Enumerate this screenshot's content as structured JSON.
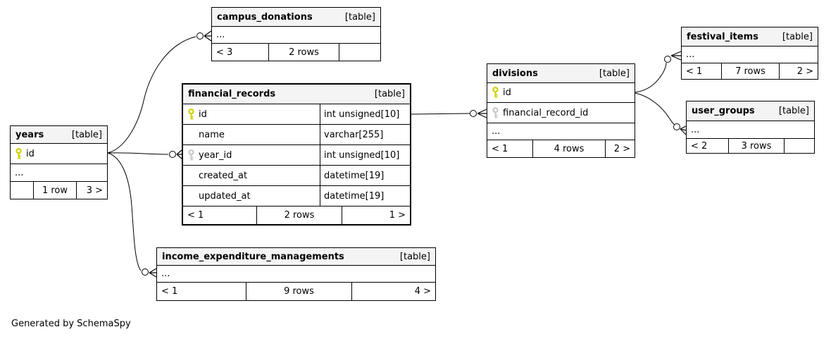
{
  "diagram": {
    "generator_note": "Generated by SchemaSpy"
  },
  "colors": {
    "background": "#ffffff",
    "table_border": "#000000",
    "header_bg": "#f4f4f4",
    "primary_key_icon": "#cfcf00",
    "foreign_key_icon": "#c8c8c8",
    "edge": "#000000"
  },
  "tables": [
    {
      "name": "campus_donations",
      "tag": "[table]",
      "columns": [
        {
          "name": "...",
          "type": "",
          "key": ""
        }
      ],
      "footer": {
        "left": "< 3",
        "center": "2 rows",
        "right": ""
      }
    },
    {
      "name": "financial_records",
      "tag": "[table]",
      "emphasized": true,
      "columns": [
        {
          "name": "id",
          "type": "int unsigned[10]",
          "key": "primary"
        },
        {
          "name": "name",
          "type": "varchar[255]",
          "key": ""
        },
        {
          "name": "year_id",
          "type": "int unsigned[10]",
          "key": "foreign"
        },
        {
          "name": "created_at",
          "type": "datetime[19]",
          "key": ""
        },
        {
          "name": "updated_at",
          "type": "datetime[19]",
          "key": ""
        }
      ],
      "footer": {
        "left": "< 1",
        "center": "2 rows",
        "right": "1 >"
      }
    },
    {
      "name": "years",
      "tag": "[table]",
      "columns": [
        {
          "name": "id",
          "type": "",
          "key": "primary"
        },
        {
          "name": "...",
          "type": "",
          "key": ""
        }
      ],
      "footer": {
        "left": "",
        "center": "1 row",
        "right": "3 >"
      }
    },
    {
      "name": "divisions",
      "tag": "[table]",
      "columns": [
        {
          "name": "id",
          "type": "",
          "key": "primary"
        },
        {
          "name": "financial_record_id",
          "type": "",
          "key": "foreign"
        },
        {
          "name": "...",
          "type": "",
          "key": ""
        }
      ],
      "footer": {
        "left": "< 1",
        "center": "4 rows",
        "right": "2 >"
      }
    },
    {
      "name": "festival_items",
      "tag": "[table]",
      "columns": [
        {
          "name": "...",
          "type": "",
          "key": ""
        }
      ],
      "footer": {
        "left": "< 1",
        "center": "7 rows",
        "right": "2 >"
      }
    },
    {
      "name": "user_groups",
      "tag": "[table]",
      "columns": [
        {
          "name": "...",
          "type": "",
          "key": ""
        }
      ],
      "footer": {
        "left": "< 2",
        "center": "3 rows",
        "right": ""
      }
    },
    {
      "name": "income_expenditure_managements",
      "tag": "[table]",
      "columns": [
        {
          "name": "...",
          "type": "",
          "key": ""
        }
      ],
      "footer": {
        "left": "< 1",
        "center": "9 rows",
        "right": "4 >"
      }
    }
  ],
  "relationships": [
    {
      "parent": "years.id",
      "child": "campus_donations"
    },
    {
      "parent": "years.id",
      "child": "financial_records.year_id"
    },
    {
      "parent": "years.id",
      "child": "income_expenditure_managements"
    },
    {
      "parent": "financial_records.id",
      "child": "divisions.financial_record_id"
    },
    {
      "parent": "divisions.id",
      "child": "festival_items"
    },
    {
      "parent": "divisions.id",
      "child": "user_groups"
    }
  ]
}
